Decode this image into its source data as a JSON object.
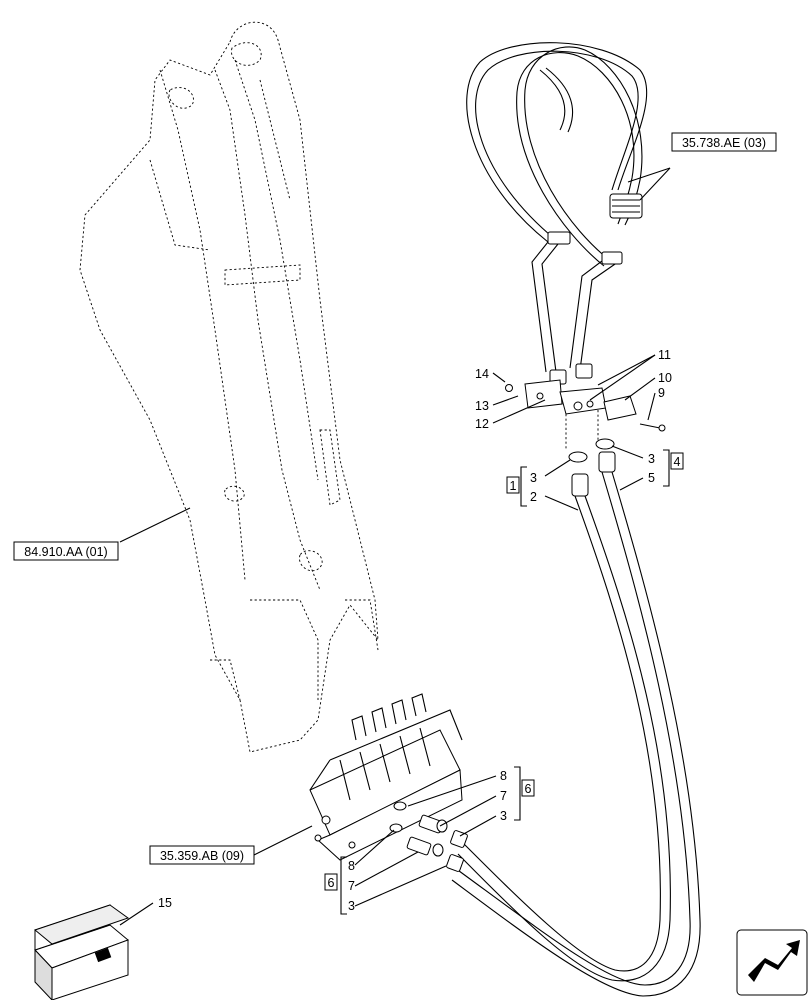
{
  "labels": {
    "ref_boom": "84.910.AA (01)",
    "ref_hoses": "35.738.AE (03)",
    "ref_valve": "35.359.AB (09)",
    "kit_1": "1",
    "kit_4": "4",
    "kit_6": "6"
  },
  "items": {
    "n2": "2",
    "n3": "3",
    "n5": "5",
    "n7": "7",
    "n8": "8",
    "n9": "9",
    "n10": "10",
    "n11": "11",
    "n12": "12",
    "n13": "13",
    "n14": "14",
    "n15": "15"
  },
  "icons": {
    "navigation": "next-page-icon",
    "crate": "crate-icon"
  }
}
